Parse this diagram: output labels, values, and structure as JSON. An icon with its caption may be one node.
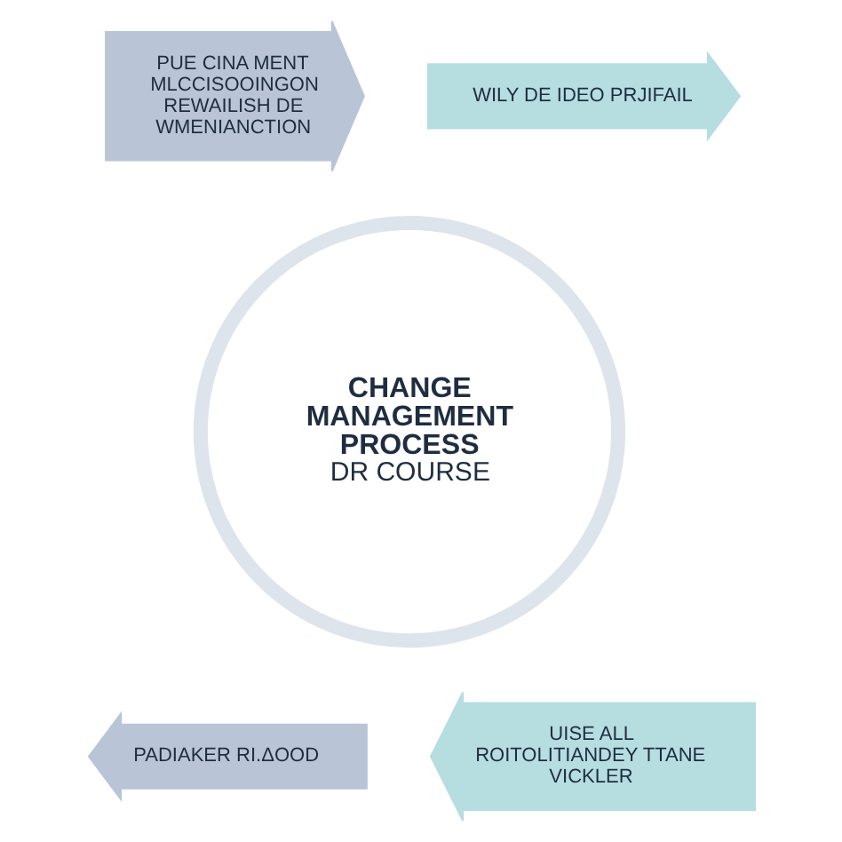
{
  "diagram": {
    "nodes": [
      {
        "text": [
          "PUE CINA MENT MLCCISOOINGON REWAILISH DE WMENIANCTION"
        ]
      },
      {
        "text": [
          "WILY DE IDEO PRJIFAIL"
        ]
      },
      {
        "text": [
          "CHANGE MANAGEMENT PROCESS",
          "DR COURSE"
        ]
      },
      {
        "text": [
          "PADIAKER RI.ΔOOD"
        ]
      },
      {
        "text": [
          "UISE ALL ROITOLITIANDEY TTANE VICKLER"
        ]
      }
    ]
  }
}
